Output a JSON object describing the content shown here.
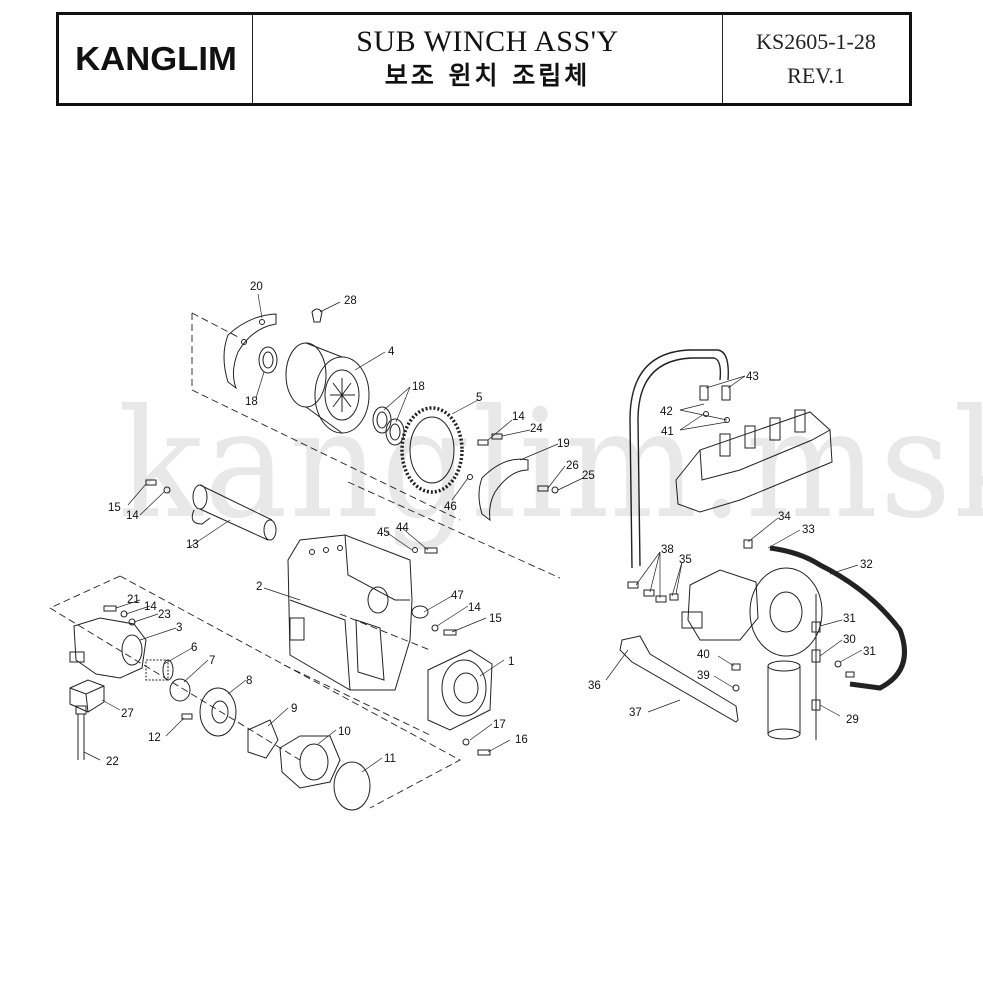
{
  "header": {
    "logo": "KANGLIM",
    "title_en": "SUB WINCH ASS'Y",
    "title_ko": "보조 윈치 조립체",
    "code": "KS2605-1-28",
    "revision": "REV.1"
  },
  "watermark": "kanglim.msk.ru",
  "part_labels": [
    "20",
    "28",
    "4",
    "18",
    "18",
    "5",
    "14",
    "24",
    "19",
    "26",
    "25",
    "46",
    "15",
    "14",
    "13",
    "45",
    "44",
    "2",
    "47",
    "14",
    "15",
    "21",
    "14",
    "23",
    "3",
    "6",
    "7",
    "1",
    "8",
    "27",
    "9",
    "12",
    "10",
    "17",
    "16",
    "22",
    "11",
    "43",
    "42",
    "41",
    "34",
    "33",
    "32",
    "38",
    "35",
    "31",
    "30",
    "31",
    "40",
    "36",
    "39",
    "37",
    "29"
  ]
}
